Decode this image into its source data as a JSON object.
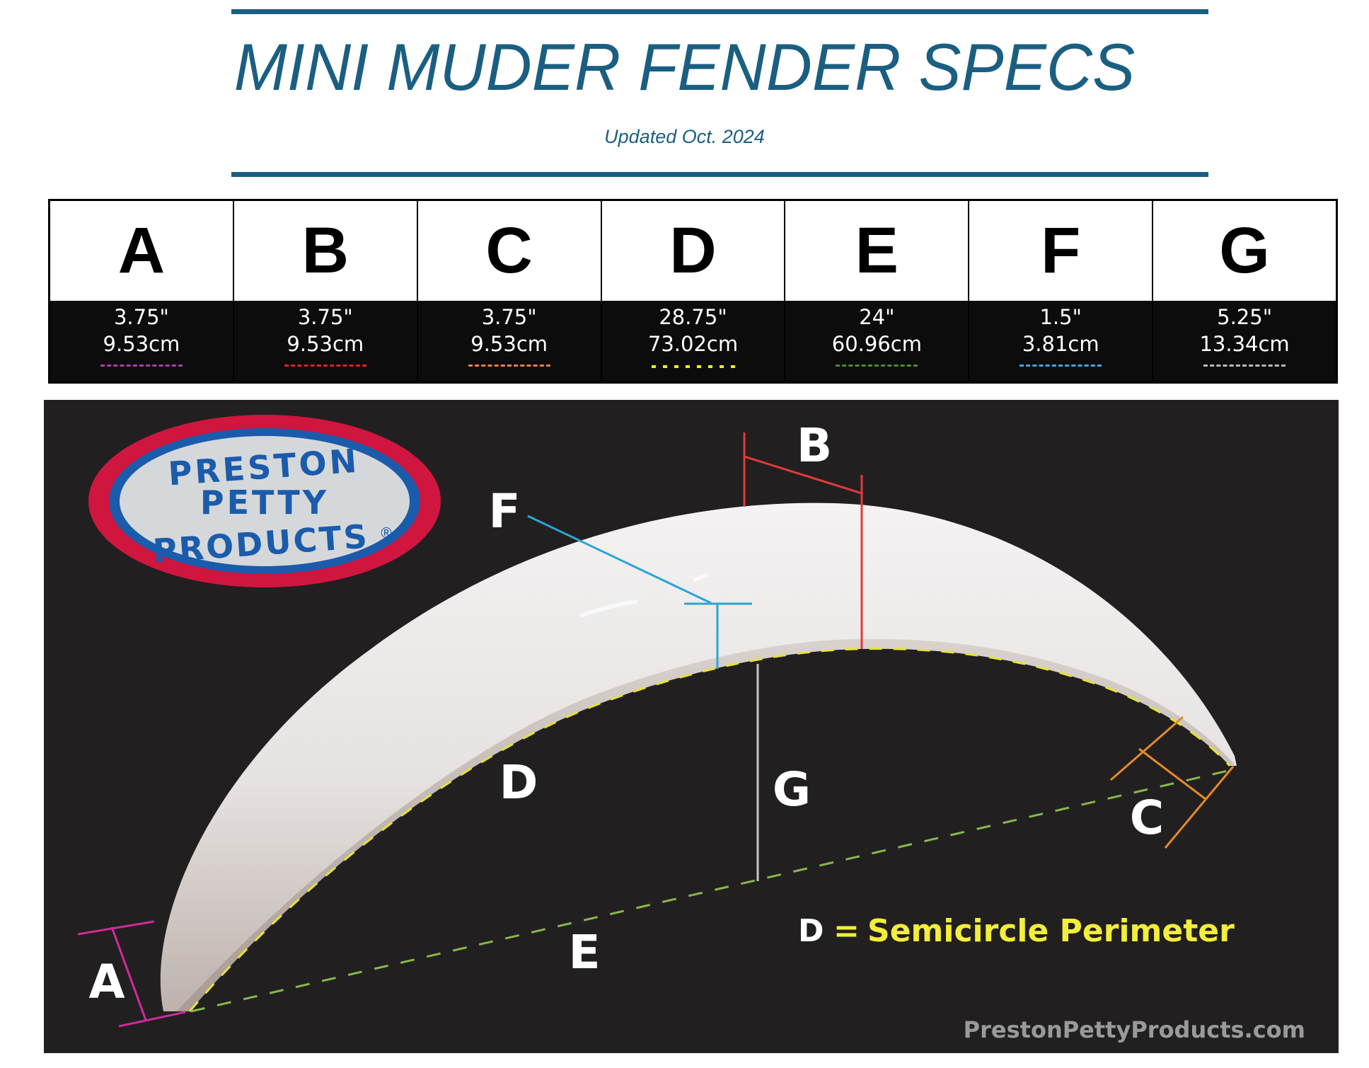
{
  "header": {
    "title": "MINI MUDER FENDER SPECS",
    "updated": "Updated Oct. 2024",
    "accent_color": "#1a5f82"
  },
  "specs_table": {
    "columns": [
      {
        "letter": "A",
        "inches": "3.75\"",
        "cm": "9.53cm",
        "line_color": "#a63fa6",
        "line_style": "dashed"
      },
      {
        "letter": "B",
        "inches": "3.75\"",
        "cm": "9.53cm",
        "line_color": "#e02020",
        "line_style": "dashed"
      },
      {
        "letter": "C",
        "inches": "3.75\"",
        "cm": "9.53cm",
        "line_color": "#e8804a",
        "line_style": "dashed"
      },
      {
        "letter": "D",
        "inches": "28.75\"",
        "cm": "73.02cm",
        "line_color": "#f2ee1c",
        "line_style": "dotted"
      },
      {
        "letter": "E",
        "inches": "24\"",
        "cm": "60.96cm",
        "line_color": "#4f8a2e",
        "line_style": "dashed"
      },
      {
        "letter": "F",
        "inches": "1.5\"",
        "cm": "3.81cm",
        "line_color": "#3fa8dc",
        "line_style": "dashed"
      },
      {
        "letter": "G",
        "inches": "5.25\"",
        "cm": "13.34cm",
        "line_color": "#b9b9b9",
        "line_style": "dashed"
      }
    ]
  },
  "diagram": {
    "logo": {
      "line1": "PRESTON",
      "line2": "PETTY",
      "line3": "PRODUCTS",
      "registered": "®"
    },
    "labels": {
      "A": "A",
      "B": "B",
      "C": "C",
      "D": "D",
      "E": "E",
      "F": "F",
      "G": "G"
    },
    "legend": {
      "lhs": "D",
      "eq": "=",
      "rhs": "Semicircle Perimeter"
    },
    "website": "PrestonPettyProducts.com",
    "colors": {
      "background": "#221f20",
      "A": "#d02a9a",
      "B": "#e23a3a",
      "C": "#e58a2a",
      "D": "#e6e23a",
      "E": "#86b84a",
      "F": "#2aa6d6",
      "G": "#c8c8c8",
      "legend_text": "#f2ee3a",
      "website_text": "#9a9a9a"
    }
  }
}
